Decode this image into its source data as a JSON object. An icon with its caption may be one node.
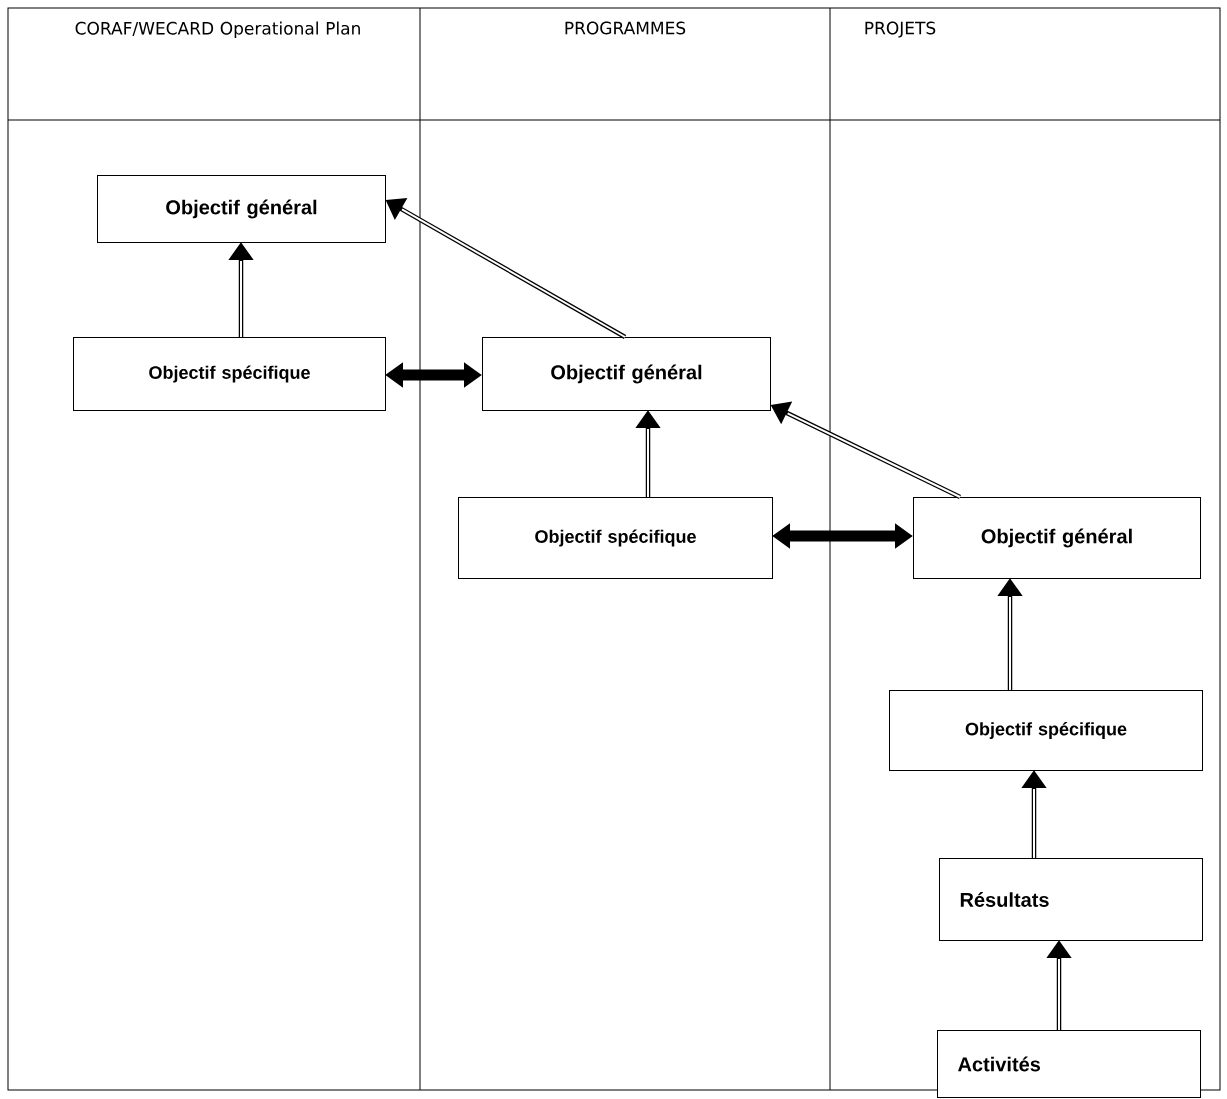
{
  "diagram": {
    "nodes": [
      {
        "text": [
          "Objectif général"
        ]
      },
      {
        "text": [
          "Objectif spécifique"
        ]
      },
      {
        "text": [
          "Objectif général"
        ]
      },
      {
        "text": [
          "Objectif spécifique"
        ]
      },
      {
        "text": [
          "Objectif général"
        ]
      },
      {
        "text": [
          "Objectif spécifique"
        ]
      },
      {
        "text": [
          "Résultats"
        ]
      },
      {
        "text": [
          "Activités"
        ]
      }
    ],
    "edges": [
      {
        "from": 1,
        "to": 0,
        "arrow": "to"
      },
      {
        "from": 2,
        "to": 0,
        "arrow": "to"
      },
      {
        "from": 1,
        "to": 2,
        "arrow": "both",
        "style": "thick"
      },
      {
        "from": 3,
        "to": 2,
        "arrow": "to"
      },
      {
        "from": 4,
        "to": 2,
        "arrow": "to"
      },
      {
        "from": 3,
        "to": 4,
        "arrow": "both",
        "style": "thick"
      },
      {
        "from": 5,
        "to": 4,
        "arrow": "to"
      },
      {
        "from": 6,
        "to": 5,
        "arrow": "to"
      },
      {
        "from": 7,
        "to": 6,
        "arrow": "to"
      }
    ],
    "labels": [
      "CORAF/WECARD Operational Plan",
      "PROGRAMMES",
      "PROJETS"
    ]
  }
}
